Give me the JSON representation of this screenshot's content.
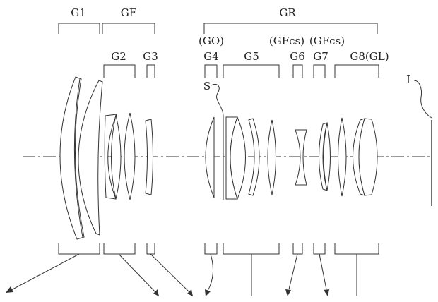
{
  "labels": {
    "g1": "G1",
    "gf": "GF",
    "gr": "GR",
    "g2": "G2",
    "g3": "G3",
    "go": "(GO)",
    "g4": "G4",
    "g5": "G5",
    "gfcs_g6": "(GFcs)",
    "g6": "G6",
    "gfcs_g7": "(GFcs)",
    "g7": "G7",
    "g8": "G8(GL)",
    "stop": "S",
    "image_plane": "I"
  },
  "colors": {
    "line": "#333333",
    "text": "#222222",
    "background": "#ffffff"
  }
}
